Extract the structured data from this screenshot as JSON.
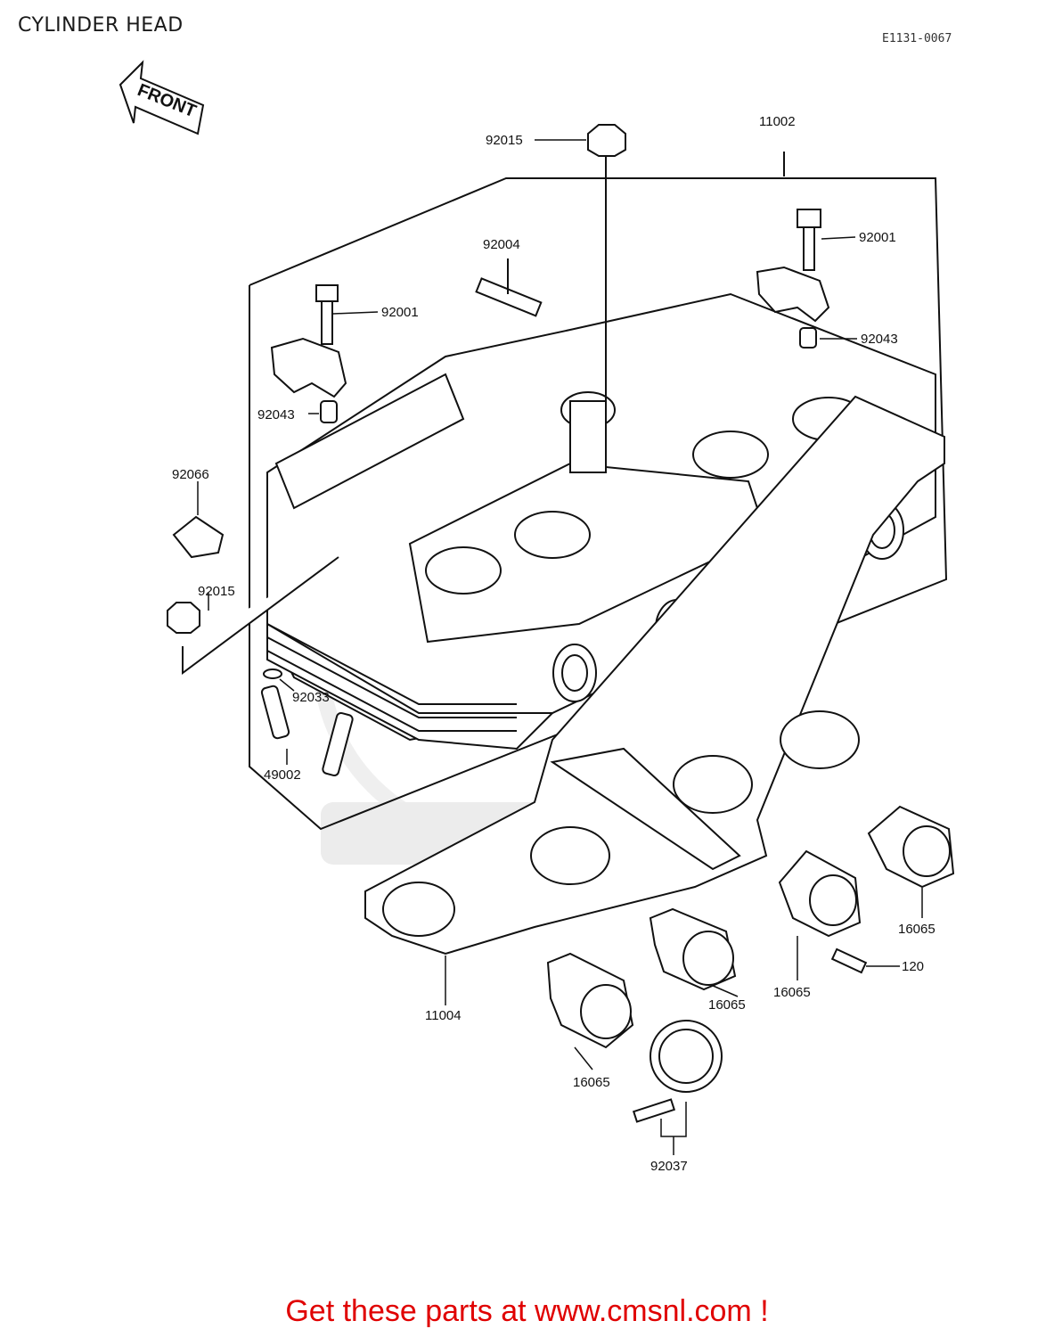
{
  "header": {
    "title": "CYLINDER HEAD",
    "ref_code": "E1131-0067"
  },
  "front_arrow": {
    "label": "FRONT"
  },
  "part_labels": {
    "p92015_top": "92015",
    "p11002": "11002",
    "p92004": "92004",
    "p92001_right": "92001",
    "p92001_left": "92001",
    "p92043_right": "92043",
    "p92043_left": "92043",
    "p92066": "92066",
    "p92015_left": "92015",
    "p92033": "92033",
    "p49002": "49002",
    "p16065_a": "16065",
    "p16065_b": "16065",
    "p16065_c": "16065",
    "p16065_d": "16065",
    "p120": "120",
    "p11004": "11004",
    "p92037": "92037"
  },
  "footer": {
    "cta": "Get these parts at www.cmsnl.com !"
  },
  "colors": {
    "cta": "#e00000",
    "line": "#111111",
    "watermark": "#ebebeb"
  }
}
